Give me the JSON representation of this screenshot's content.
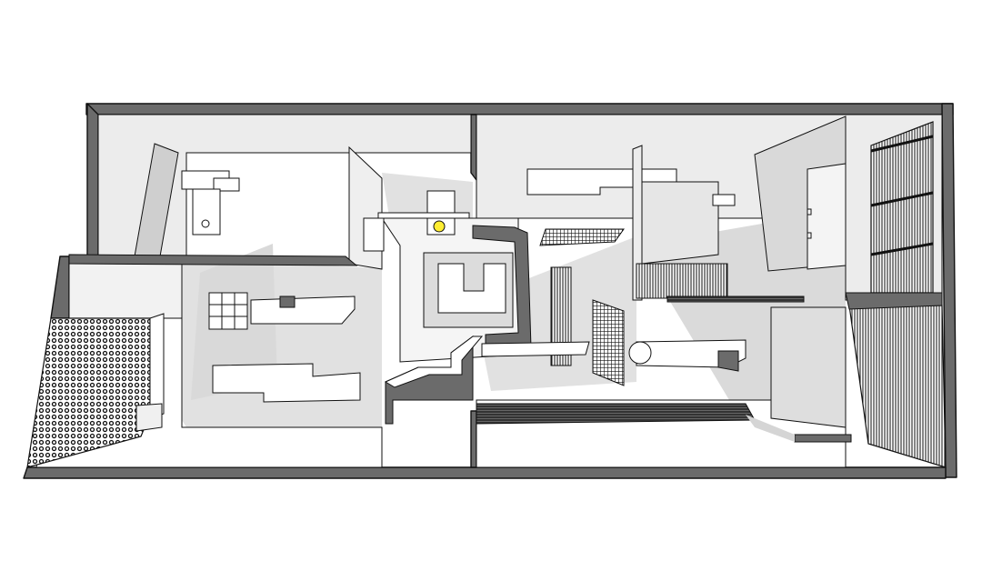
{
  "diagram": {
    "kind": "axonometric floor plan",
    "palette": {
      "background": "#ffffff",
      "wall": "#6b6b6b",
      "floor": "#ffffff",
      "shadow": "#e1e1e1",
      "glass": "#d7d7d7",
      "panel": "#ececec",
      "line": "#111111",
      "accent": "#ffee33"
    },
    "rooms": [
      {
        "id": "left-wing"
      },
      {
        "id": "bathroom"
      },
      {
        "id": "living"
      },
      {
        "id": "kitchen"
      },
      {
        "id": "bedroom"
      },
      {
        "id": "terrace"
      }
    ],
    "furniture": [
      {
        "id": "shelving-unit"
      },
      {
        "id": "low-table"
      },
      {
        "id": "sofa"
      },
      {
        "id": "bed"
      },
      {
        "id": "kitchen-counter"
      },
      {
        "id": "bathtub"
      },
      {
        "id": "wardrobe"
      },
      {
        "id": "balcony-rail"
      },
      {
        "id": "stair"
      },
      {
        "id": "light-fixture"
      }
    ]
  }
}
